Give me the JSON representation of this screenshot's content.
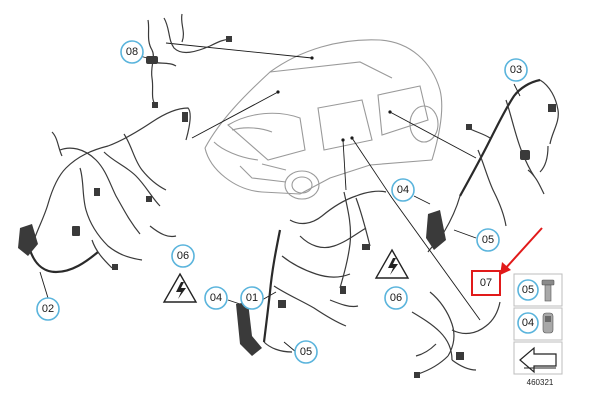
{
  "callouts": {
    "c01": "01",
    "c02": "02",
    "c03": "03",
    "c04a": "04",
    "c04b": "04",
    "c05a": "05",
    "c05b": "05",
    "c06a": "06",
    "c06b": "06",
    "c07": "07",
    "c08": "08"
  },
  "kit": {
    "item_a": "05",
    "item_b": "04"
  },
  "reference_number": "460321",
  "colors": {
    "callout_ring": "#5ab4dc",
    "highlight_box": "#e11a1a",
    "arrow": "#e11a1a"
  },
  "icons": [
    "warning-triangle-icon",
    "red-arrow-icon",
    "bolt-icon",
    "nut-icon",
    "direction-arrow-icon"
  ]
}
